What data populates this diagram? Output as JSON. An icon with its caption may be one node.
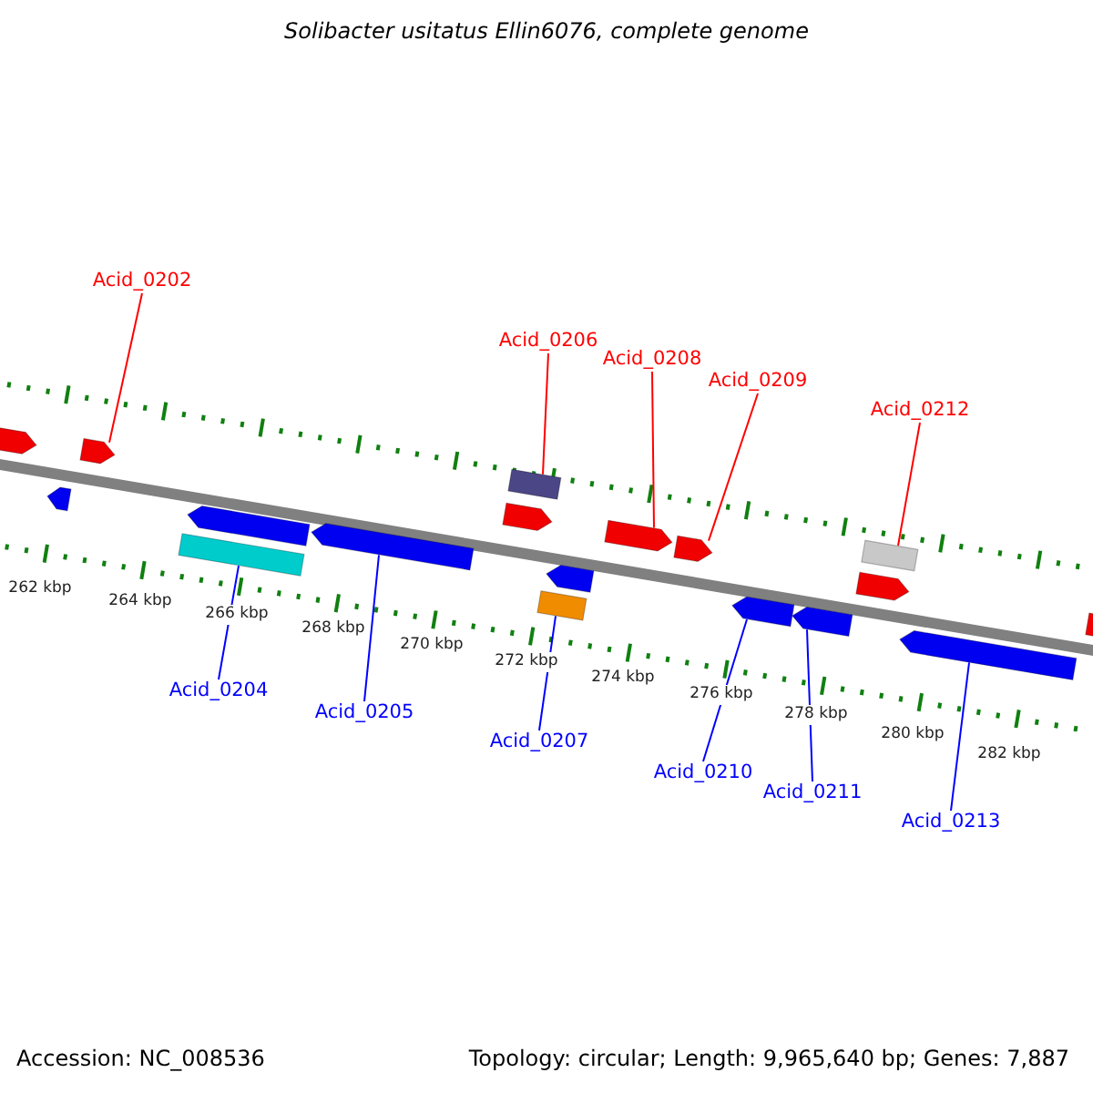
{
  "diagram": {
    "title": "Solibacter usitatus Ellin6076, complete genome",
    "nodes": [
      {
        "text": [
          "Acid_0202"
        ]
      },
      {
        "text": [
          "Acid_0206"
        ]
      },
      {
        "text": [
          "Acid_0208"
        ]
      },
      {
        "text": [
          "Acid_0209"
        ]
      },
      {
        "text": [
          "Acid_0212"
        ]
      },
      {
        "text": [
          "Acid_0204"
        ]
      },
      {
        "text": [
          "Acid_0205"
        ]
      },
      {
        "text": [
          "Acid_0207"
        ]
      },
      {
        "text": [
          "Acid_0210"
        ]
      },
      {
        "text": [
          "Acid_0211"
        ]
      },
      {
        "text": [
          "Acid_0213"
        ]
      },
      {
        "text": [],
        "shape": "box"
      },
      {
        "text": [],
        "shape": "box"
      },
      {
        "text": [],
        "shape": "box"
      },
      {
        "text": [],
        "shape": "box"
      },
      {
        "text": [],
        "shape": "box"
      },
      {
        "text": [],
        "shape": "box"
      },
      {
        "text": [],
        "shape": "box"
      },
      {
        "text": [],
        "shape": "box"
      },
      {
        "text": [],
        "shape": "box"
      },
      {
        "text": [],
        "shape": "box"
      },
      {
        "text": [],
        "shape": "box"
      },
      {
        "text": [],
        "shape": "box"
      },
      {
        "text": [],
        "shape": "box"
      },
      {
        "text": [],
        "shape": "box"
      },
      {
        "text": [],
        "shape": "box"
      },
      {
        "text": [],
        "shape": "box"
      },
      {
        "text": [],
        "shape": "box"
      },
      {
        "text": [],
        "shape": "box"
      }
    ],
    "edges": [
      {
        "from": 0,
        "to": 13,
        "arrow": "none",
        "color": "#ff0000"
      },
      {
        "from": 1,
        "to": 18,
        "arrow": "none",
        "color": "#ff0000"
      },
      {
        "from": 2,
        "to": 21,
        "arrow": "none",
        "color": "#ff0000"
      },
      {
        "from": 3,
        "to": 22,
        "arrow": "none",
        "color": "#ff0000"
      },
      {
        "from": 4,
        "to": 26,
        "arrow": "none",
        "color": "#ff0000"
      },
      {
        "from": 5,
        "to": 14,
        "arrow": "none"
      },
      {
        "from": 6,
        "to": 16,
        "arrow": "none"
      },
      {
        "from": 7,
        "to": 19,
        "arrow": "none"
      },
      {
        "from": 8,
        "to": 23,
        "arrow": "none"
      },
      {
        "from": 9,
        "to": 24,
        "arrow": "none"
      },
      {
        "from": 10,
        "to": 27,
        "arrow": "none"
      }
    ],
    "labels": [
      "262 kbp",
      "264 kbp",
      "266 kbp",
      "268 kbp",
      "270 kbp",
      "272 kbp",
      "274 kbp",
      "276 kbp",
      "278 kbp",
      "280 kbp",
      "282 kbp",
      "Accession: NC_008536",
      "Topology: circular; Length: 9,965,640 bp; Genes: 7,887"
    ]
  }
}
